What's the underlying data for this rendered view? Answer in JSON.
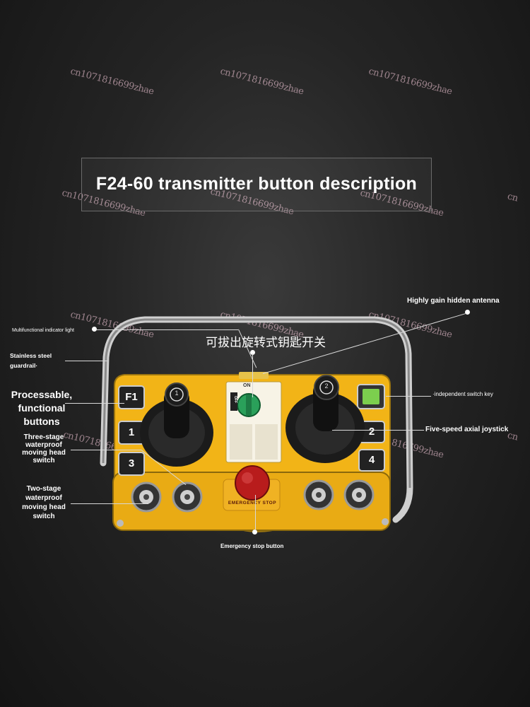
{
  "title": "F24-60 transmitter button description",
  "watermark": "cn1071816699zhae",
  "watermark_short": "cn",
  "labels": {
    "antenna": "Highly gain hidden antenna",
    "indicator": "Multifunctional indicator light",
    "guardrail_line1": "Stainless steel",
    "guardrail_line2": "guardrail·",
    "key_switch": "可拔出旋转式钥匙开关",
    "functional_buttons": "Processable, functional buttons",
    "independent_key": "·independent switch key",
    "joystick": "Five-speed axial joystick",
    "three_stage": "Three-stage waterproof moving head switch",
    "two_stage": "Two-stage waterproof moving head switch",
    "emergency_stop_label": "Emergency stop button"
  },
  "device": {
    "buttons_left": [
      "F1",
      "1",
      "3"
    ],
    "buttons_right": [
      "2",
      "4"
    ],
    "joystick_marks": [
      "1",
      "2"
    ],
    "emergency_text": "EMERGENCY STOP",
    "key_on": "ON",
    "key_off": "OFF",
    "colors": {
      "body": "#f2b417",
      "emergency": "#b81c1c",
      "key": "#2aa05a",
      "button_green": "#7ccf4e"
    }
  }
}
